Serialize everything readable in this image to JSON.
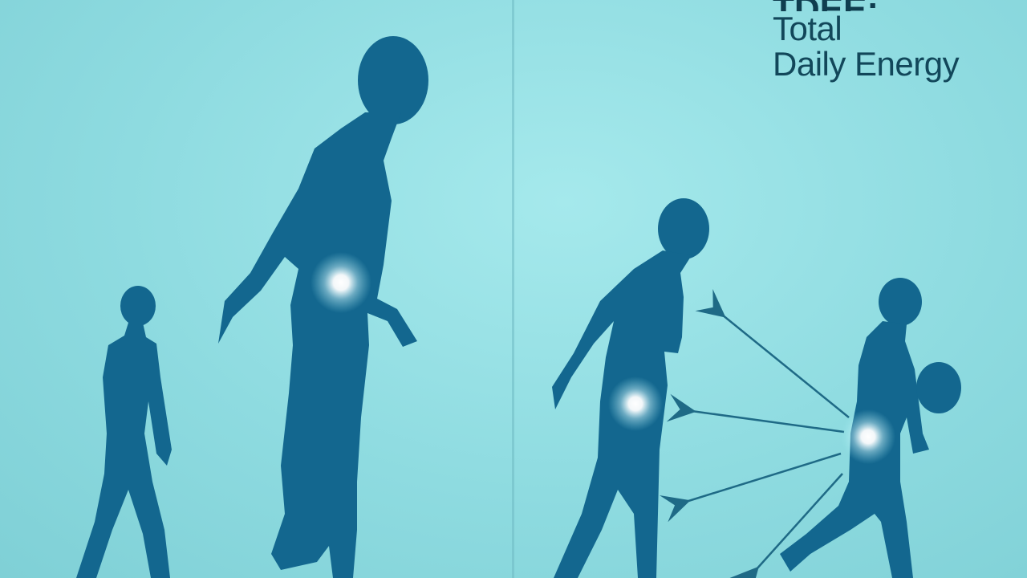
{
  "caption": {
    "heading": "TDEE:",
    "lines": [
      "Total",
      "Daily Energy"
    ]
  },
  "colors": {
    "background": "#8fdce0",
    "silhouette": "#13678f",
    "glow": "#ffffff",
    "arrow": "#1f6a86",
    "text": "#12475a"
  },
  "icons": [
    "person-silhouette",
    "energy-glow",
    "arrow",
    "ball"
  ]
}
